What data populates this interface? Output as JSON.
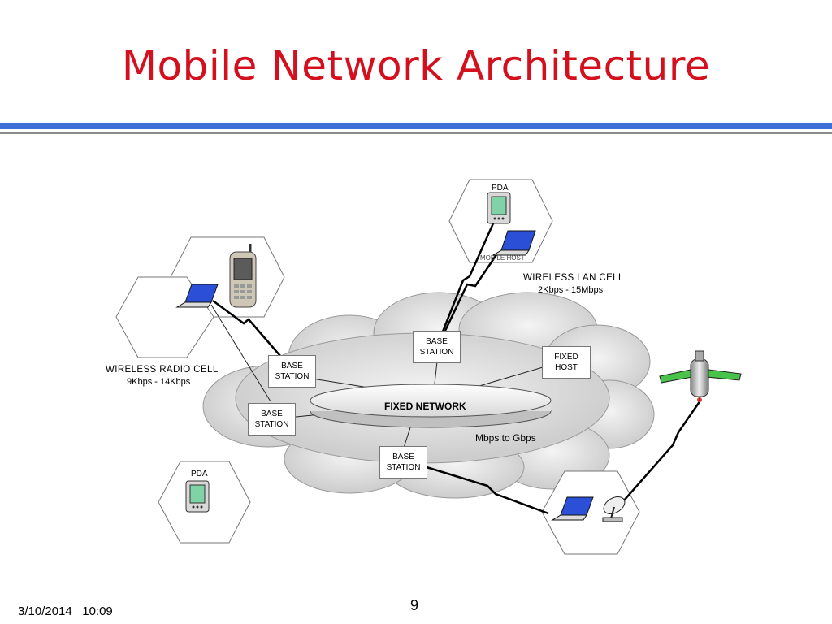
{
  "slide": {
    "title": "Mobile Network Architecture",
    "footer_date": "3/10/2014   10:09",
    "page_number": "9"
  },
  "diagram": {
    "fixed_network": "FIXED NETWORK",
    "fixed_network_speed": "Mbps to Gbps",
    "base_station_line1": "BASE",
    "base_station_line2": "STATION",
    "fixed_host_line1": "FIXED",
    "fixed_host_line2": "HOST",
    "pda_label": "PDA",
    "mobile_host_label": "MOBILE HOST",
    "wireless_lan": {
      "name": "WIRELESS LAN CELL",
      "speed": "2Kbps - 15Mbps"
    },
    "wireless_radio": {
      "name": "WIRELESS RADIO CELL",
      "speed": "9Kbps - 14Kbps"
    }
  }
}
